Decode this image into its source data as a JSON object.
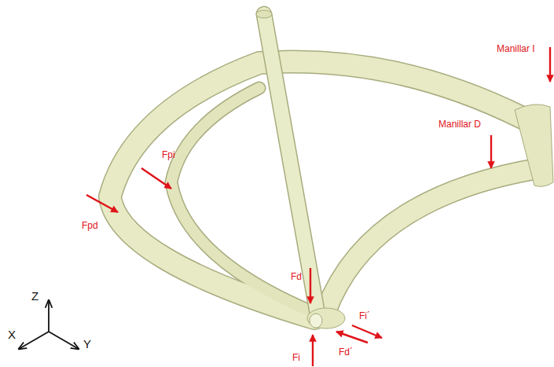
{
  "diagram": {
    "labels": [
      "Manillar I",
      "Manillar D",
      "Fpi",
      "Fpd",
      "Fd",
      "Fi´",
      "Fd´",
      "Fi",
      "Z",
      "X",
      "Y"
    ]
  }
}
